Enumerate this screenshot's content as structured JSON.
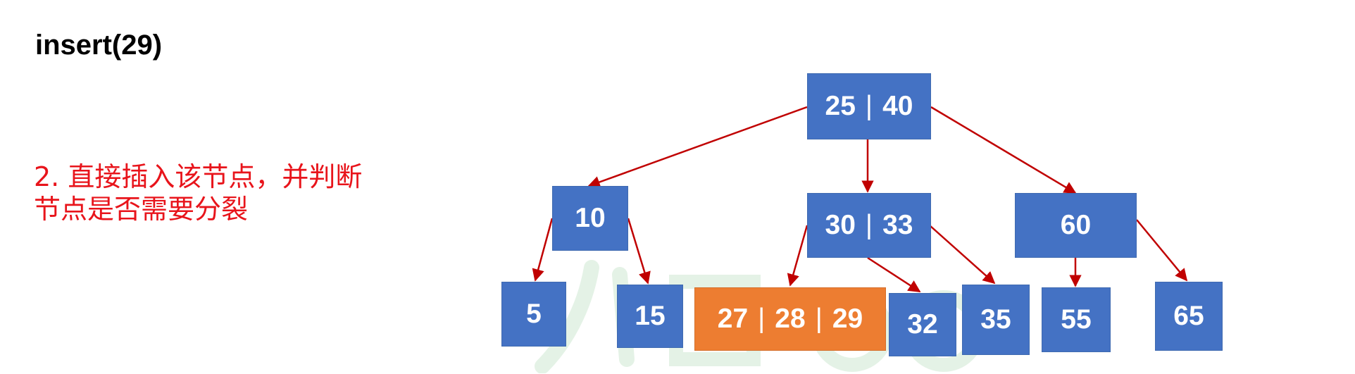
{
  "title": "insert(29)",
  "note": {
    "line1": "2. 直接插入该节点，并判断",
    "line2": "节点是否需要分裂"
  },
  "colors": {
    "node": "#4472c4",
    "highlight": "#ed7d31",
    "edge": "#c00000",
    "note_text": "#e8141b"
  },
  "nodes": {
    "root": {
      "k1": "25",
      "k2": "40"
    },
    "left": {
      "k1": "10"
    },
    "mid": {
      "k1": "30",
      "k2": "33"
    },
    "right": {
      "k1": "60"
    },
    "leaf5": {
      "k1": "5"
    },
    "leaf15": {
      "k1": "15"
    },
    "leaf_new": {
      "k1": "27",
      "k2": "28",
      "k3": "29"
    },
    "leaf32": {
      "k1": "32"
    },
    "leaf35": {
      "k1": "35"
    },
    "leaf55": {
      "k1": "55"
    },
    "leaf65": {
      "k1": "65"
    }
  },
  "separator": "|"
}
